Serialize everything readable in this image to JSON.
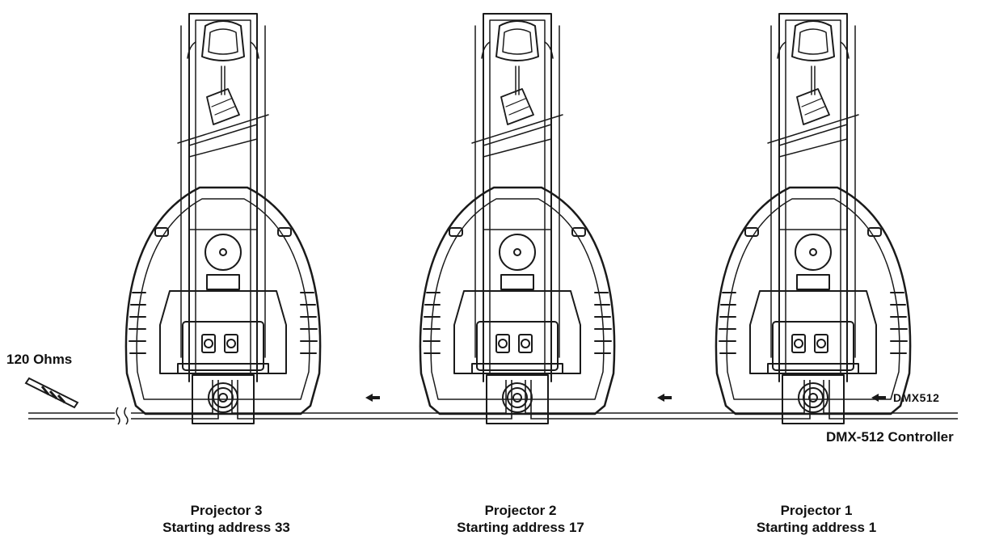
{
  "diagram": {
    "terminator": {
      "label": "120 Ohms"
    },
    "signal": {
      "label": "DMX512"
    },
    "controller": {
      "label": "DMX-512 Controller"
    },
    "projectors": [
      {
        "name": "Projector 3",
        "address": "Starting address 33"
      },
      {
        "name": "Projector 2",
        "address": "Starting address 17"
      },
      {
        "name": "Projector 1",
        "address": "Starting address 1"
      }
    ]
  },
  "colors": {
    "line": "#1a1a1a",
    "background": "#ffffff"
  },
  "icons": [
    "moving-head-projector-icon",
    "signal-arrow-icon",
    "terminator-resistor-icon",
    "cable-break-icon"
  ]
}
